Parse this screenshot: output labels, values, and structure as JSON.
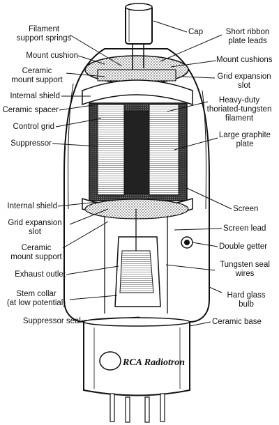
{
  "labels_left": [
    {
      "id": "filament-support-springs",
      "lines": [
        "Filament",
        "support springs"
      ]
    },
    {
      "id": "mount-cushion",
      "lines": [
        "Mount cushion"
      ]
    },
    {
      "id": "ceramic-mount-support-top",
      "lines": [
        "Ceramic",
        "mount support"
      ]
    },
    {
      "id": "internal-shield-top",
      "lines": [
        "Internal shield"
      ]
    },
    {
      "id": "ceramic-spacer",
      "lines": [
        "Ceramic spacer"
      ]
    },
    {
      "id": "control-grid",
      "lines": [
        "Control grid"
      ]
    },
    {
      "id": "suppressor",
      "lines": [
        "Suppressor"
      ]
    },
    {
      "id": "internal-shield-bottom",
      "lines": [
        "Internal shield"
      ]
    },
    {
      "id": "grid-expansion-slot-left",
      "lines": [
        "Grid expansion",
        "slot"
      ]
    },
    {
      "id": "ceramic-mount-support-bottom",
      "lines": [
        "Ceramic",
        "mount support"
      ]
    },
    {
      "id": "exhaust-outlet",
      "lines": [
        "Exhaust outlet"
      ]
    },
    {
      "id": "stem-collar",
      "lines": [
        "Stem collar",
        "(at low potential)"
      ]
    },
    {
      "id": "suppressor-seal",
      "lines": [
        "Suppressor seal"
      ]
    }
  ],
  "labels_right": [
    {
      "id": "cap",
      "lines": [
        "Cap"
      ]
    },
    {
      "id": "short-ribbon-plate-leads",
      "lines": [
        "Short ribbon",
        "plate leads"
      ]
    },
    {
      "id": "mount-cushions",
      "lines": [
        "Mount cushions"
      ]
    },
    {
      "id": "grid-expansion-slot-right",
      "lines": [
        "Grid expansion",
        "slot"
      ]
    },
    {
      "id": "filament",
      "lines": [
        "Heavy-duty",
        "thoriated-tungsten",
        "filament"
      ]
    },
    {
      "id": "graphite-plate",
      "lines": [
        "Large graphite",
        "plate"
      ]
    },
    {
      "id": "screen",
      "lines": [
        "Screen"
      ]
    },
    {
      "id": "screen-lead",
      "lines": [
        "Screen lead"
      ]
    },
    {
      "id": "double-getter",
      "lines": [
        "Double getter"
      ]
    },
    {
      "id": "tungsten-seal-wires",
      "lines": [
        "Tungsten seal",
        "wires"
      ]
    },
    {
      "id": "hard-glass-bulb",
      "lines": [
        "Hard glass",
        "bulb"
      ]
    },
    {
      "id": "ceramic-base",
      "lines": [
        "Ceramic base"
      ]
    }
  ],
  "base_logo": "RCA Radiotron",
  "colors": {
    "ink": "#111111",
    "paper": "#ffffff",
    "plate": "#2a2a2a"
  }
}
